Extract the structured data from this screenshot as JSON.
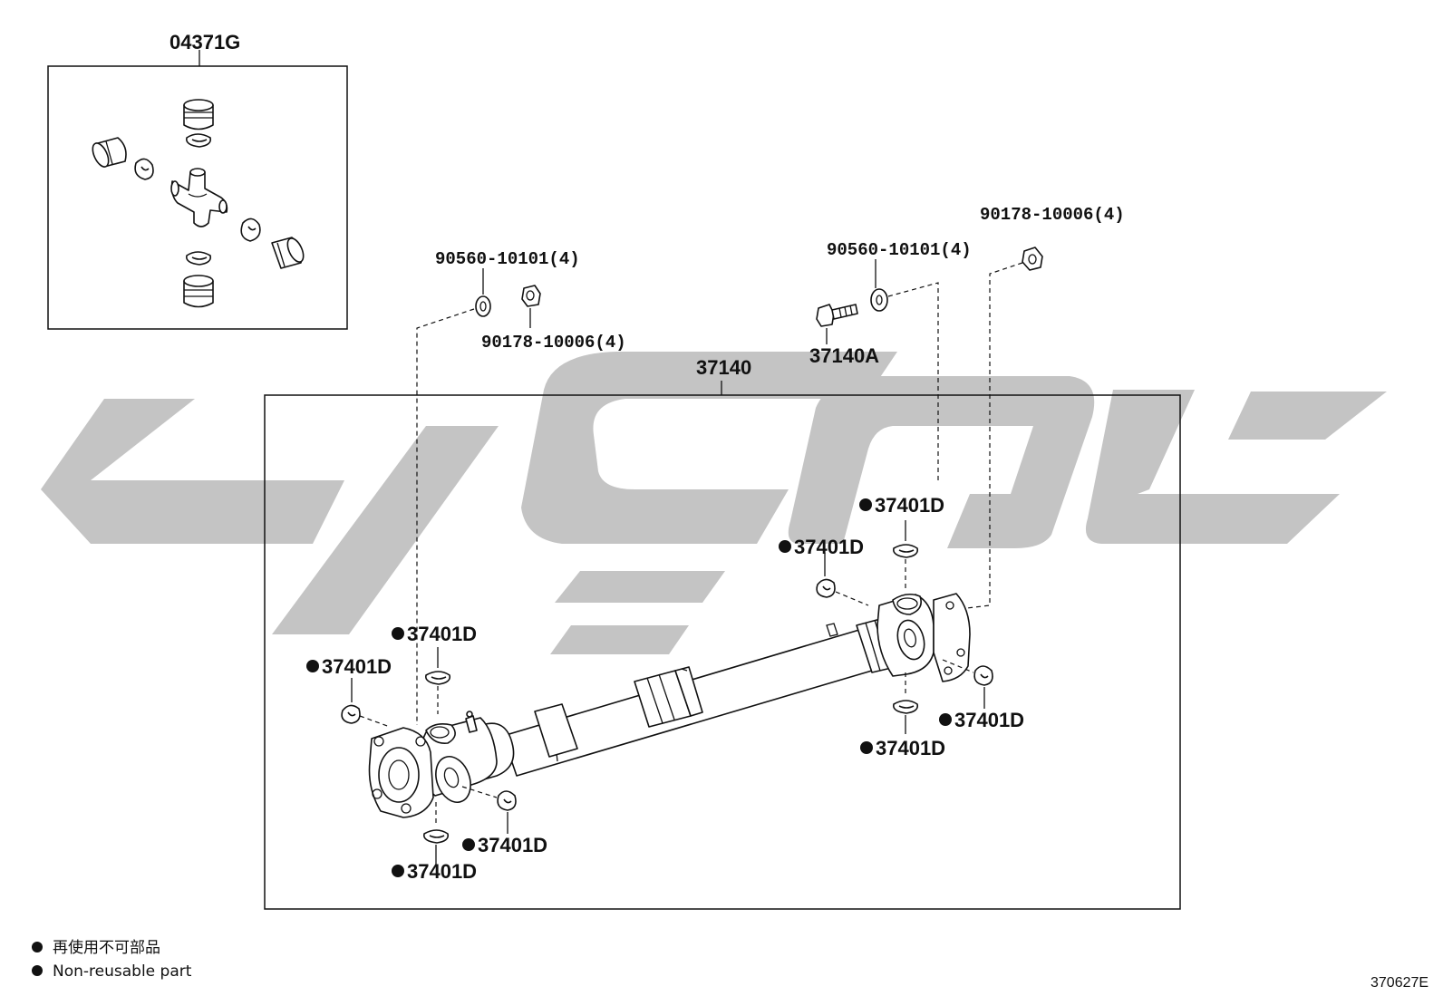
{
  "diagram": {
    "ref_code": "370627E",
    "labels": {
      "kit": "04371G",
      "shaft": "37140",
      "bolt": "37140A",
      "washer_left": "90560-10101(4)",
      "nut_left": "90178-10006(4)",
      "washer_right": "90560-10101(4)",
      "nut_right": "90178-10006(4)",
      "snap_ring": "37401D"
    },
    "legend": {
      "line1": "再使用不可部品",
      "line2": "Non-reusable part"
    },
    "colors": {
      "ink": "#111111",
      "watermark": "#c4c4c4",
      "background": "#ffffff"
    }
  }
}
